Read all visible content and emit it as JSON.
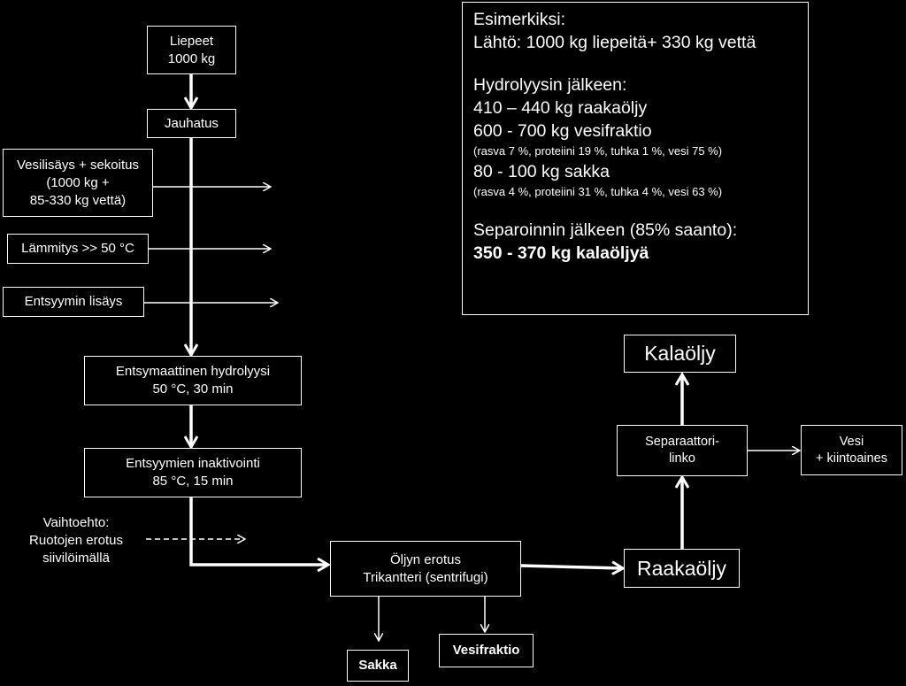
{
  "boxes": {
    "liepeet": [
      "Liepeet",
      "1000 kg"
    ],
    "jauhatus": [
      "Jauhatus"
    ],
    "vesilisays": [
      "Vesilisäys + sekoitus",
      "(1000 kg +",
      "85-330 kg vettä)"
    ],
    "lammitys": [
      "Lämmitys >> 50 °C"
    ],
    "entsyymin_lisays": [
      "Entsyymin lisäys"
    ],
    "hydrolyysi": [
      "Entsymaattinen hydrolyysi",
      "50 °C,  30 min"
    ],
    "inaktivointi": [
      "Entsyymien inaktivointi",
      "85 °C, 15 min"
    ],
    "oljyn_erotus": [
      "Öljyn erotus",
      "Trikantteri (sentrifugi)"
    ],
    "sakka": "Sakka",
    "vesifraktio": "Vesifraktio",
    "raakaoljy": "Raakaöljy",
    "separaattori": [
      "Separaattori-",
      "linko"
    ],
    "kalaoljy": "Kalaöljy",
    "vesi": [
      "Vesi",
      "+ kiintoaines"
    ]
  },
  "option_note": [
    "Vaihtoehto:",
    "Ruotojen erotus",
    "siivilöimällä"
  ],
  "info": {
    "title": "Esimerkiksi:",
    "start": "Lähtö: 1000 kg liepeitä+ 330 kg vettä",
    "after_hydrolysis": "Hydrolyysin jälkeen:",
    "raw_oil": "410 – 440 kg raakaöljy",
    "water_fraction": "600 - 700 kg vesifraktio",
    "water_fraction_comp": "(rasva 7 %, proteiini 19 %, tuhka 1 %, vesi 75 %)",
    "sediment": "80 - 100 kg sakka",
    "sediment_comp": "(rasva 4 %, proteiini 31 %, tuhka 4 %, vesi 63 %)",
    "after_separation": "Separoinnin jälkeen (85% saanto):",
    "fish_oil": "350 - 370 kg kalaöljyä"
  }
}
